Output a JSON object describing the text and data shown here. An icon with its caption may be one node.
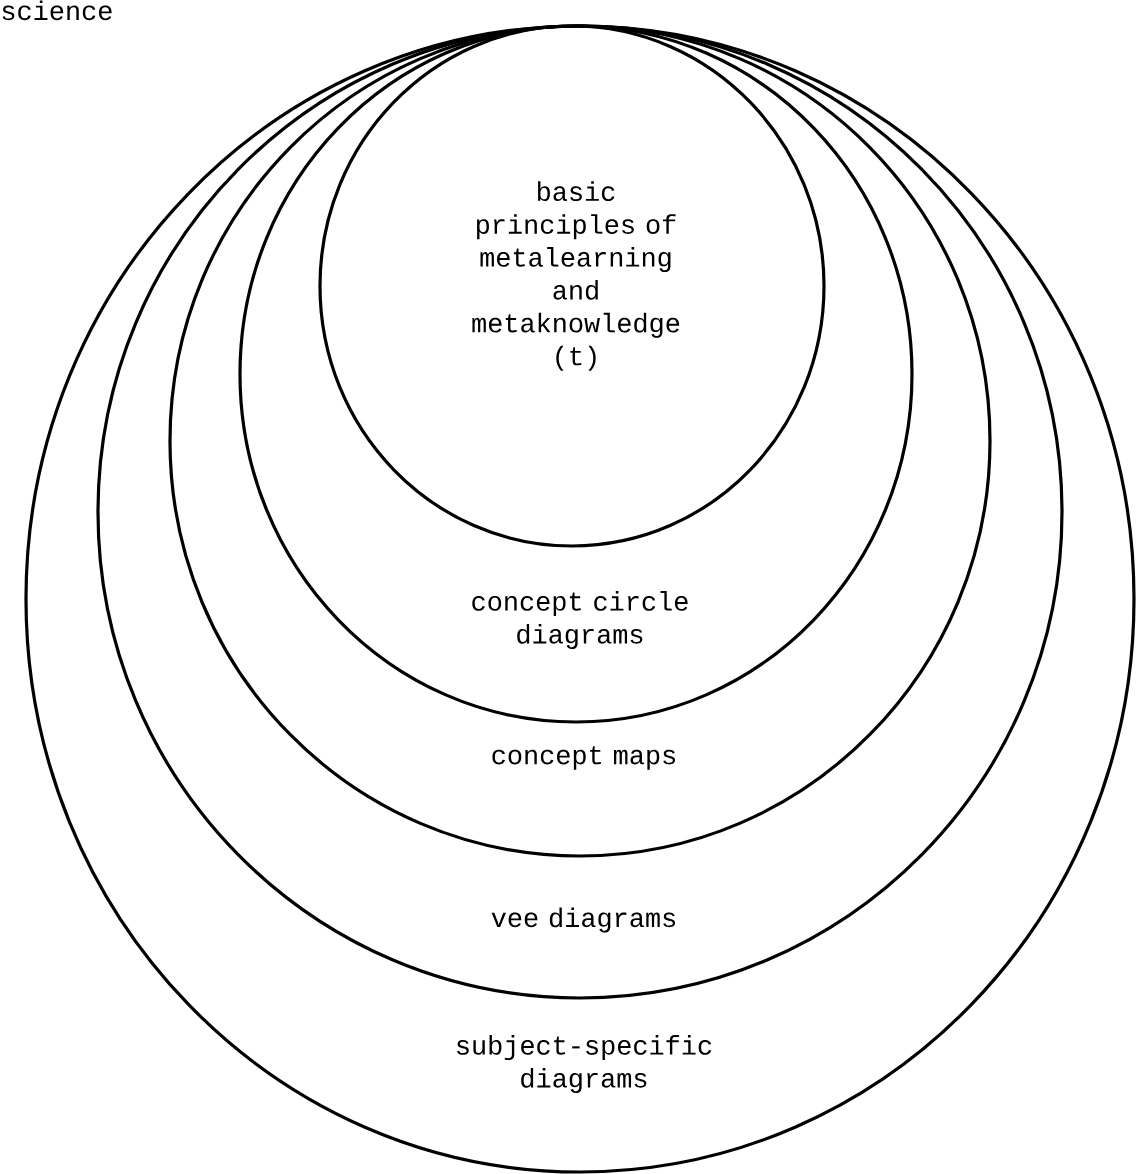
{
  "diagram": {
    "nodes": [
      {
        "text": [
          "subject-specific diagrams"
        ]
      },
      {
        "text": [
          "vee diagrams"
        ],
        "in": 0
      },
      {
        "text": [
          "concept maps"
        ],
        "in": 1
      },
      {
        "text": [
          "concept circle diagrams"
        ],
        "in": 2
      },
      {
        "text": [
          "basic principles of metalearning and metaknowledge (t)"
        ],
        "in": 3
      }
    ],
    "labels": [
      "science"
    ]
  }
}
